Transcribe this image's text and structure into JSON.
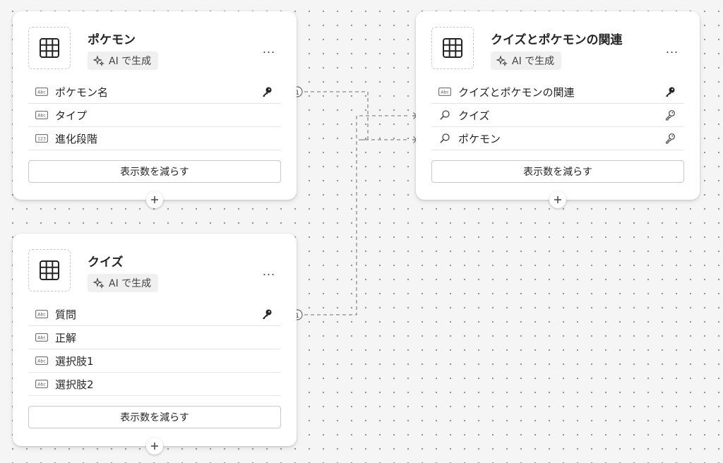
{
  "canvas": {
    "accent_color": "#242424",
    "background_color": "#f5f5f5",
    "connector_color": "#8a8a8a"
  },
  "tables": {
    "pokemon": {
      "title": "ポケモン",
      "badge": "AI で生成",
      "more_label": "...",
      "table_icon": "table-grid-icon",
      "fields": [
        {
          "name": "ポケモン名",
          "type_icon": "text-field-icon",
          "right_icon": "key-icon"
        },
        {
          "name": "タイプ",
          "type_icon": "text-field-icon",
          "right_icon": ""
        },
        {
          "name": "進化段階",
          "type_icon": "number-field-icon",
          "right_icon": ""
        }
      ],
      "collapse_label": "表示数を減らす"
    },
    "quiz": {
      "title": "クイズ",
      "badge": "AI で生成",
      "more_label": "...",
      "table_icon": "table-grid-icon",
      "fields": [
        {
          "name": "質問",
          "type_icon": "text-field-icon",
          "right_icon": "key-icon"
        },
        {
          "name": "正解",
          "type_icon": "text-field-icon",
          "right_icon": ""
        },
        {
          "name": "選択肢1",
          "type_icon": "text-field-icon",
          "right_icon": ""
        },
        {
          "name": "選択肢2",
          "type_icon": "text-field-icon",
          "right_icon": ""
        }
      ],
      "collapse_label": "表示数を減らす"
    },
    "relation": {
      "title": "クイズとポケモンの関連",
      "badge": "AI で生成",
      "more_label": "...",
      "table_icon": "table-grid-icon",
      "fields": [
        {
          "name": "クイズとポケモンの関連",
          "type_icon": "text-field-icon",
          "right_icon": "key-icon"
        },
        {
          "name": "クイズ",
          "type_icon": "lookup-icon",
          "right_icon": "key-outline-icon"
        },
        {
          "name": "ポケモン",
          "type_icon": "lookup-icon",
          "right_icon": "key-outline-icon"
        }
      ],
      "collapse_label": "表示数を減らす"
    }
  },
  "relationships": [
    {
      "from": "ポケモン.ポケモン名",
      "to": "クイズとポケモンの関連.ポケモン",
      "from_cardinality": "1",
      "to_cardinality": "many"
    },
    {
      "from": "クイズ.質問",
      "to": "クイズとポケモンの関連.クイズ",
      "from_cardinality": "1",
      "to_cardinality": "many"
    }
  ]
}
